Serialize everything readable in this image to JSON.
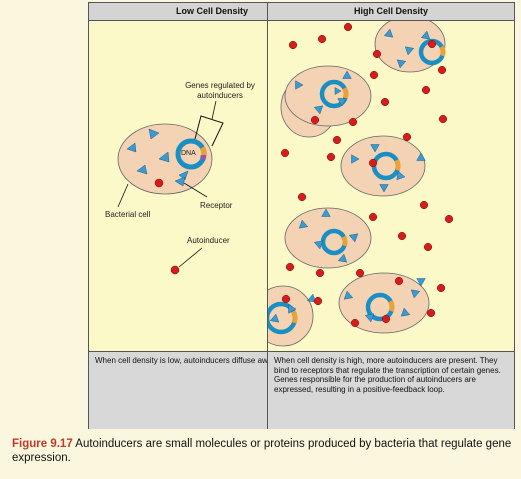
{
  "low_panel": {
    "title": "Low Cell Density",
    "labels": {
      "genes": "Genes regulated by autoinducers",
      "dna": "DNA",
      "receptor": "Receptor",
      "bacterial_cell": "Bacterial cell",
      "autoinducer": "Autoinducer"
    },
    "caption": "When cell density is low, autoinducers diffuse away from the cell."
  },
  "high_panel": {
    "title": "High Cell Density",
    "caption": "When cell density is high, more autoinducers are present. They bind to receptors that regulate the transcription of certain genes. Genes responsible for the production of autoinducers are expressed, resulting in a positive-feedback loop."
  },
  "figure": {
    "number": "Figure 9.17",
    "text": "Autoinducers are small molecules or proteins produced by bacteria that regulate gene expression."
  },
  "colors": {
    "cell_fill": "#f3d3b3",
    "dna": "#1a8fc4",
    "receptor": "#3a9ad2",
    "autoinducer": "#d81b1b",
    "figure_number": "#c0392b"
  }
}
